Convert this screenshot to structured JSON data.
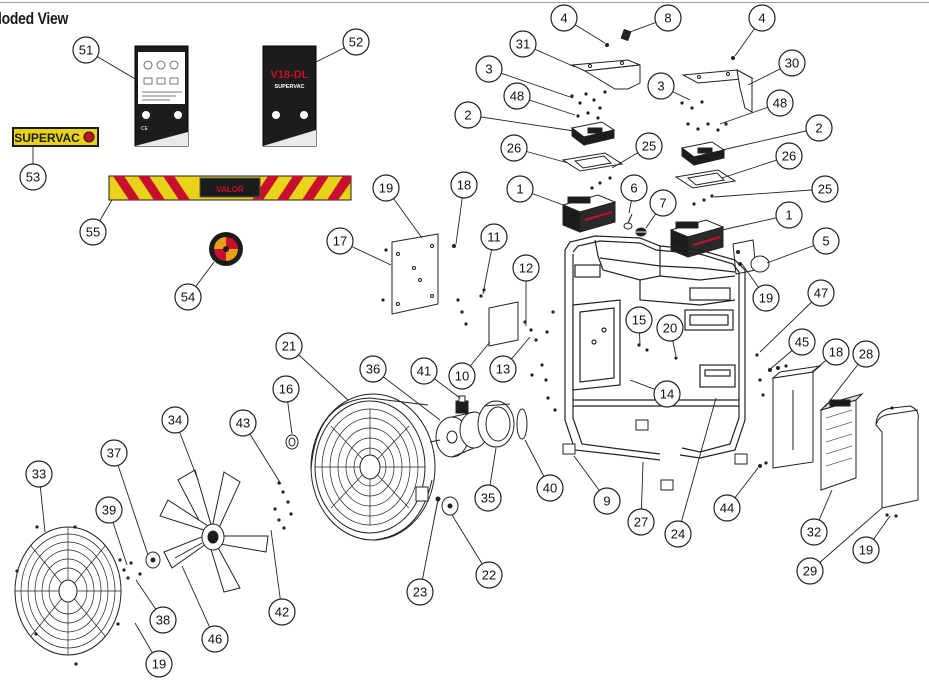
{
  "page": {
    "title": "loded View"
  },
  "brand": {
    "supervac": "SUPERVAC",
    "valor": "VALOR",
    "model": "V18-DL",
    "model_sub": "SUPERVAC"
  },
  "colors": {
    "line": "#222222",
    "callout_fill": "#ffffff",
    "yellow": "#e8d21a",
    "red": "#c8102e",
    "dark": "#1c1c1c"
  },
  "callouts": [
    "51",
    "52",
    "53",
    "55",
    "54",
    "4",
    "8",
    "4",
    "31",
    "3",
    "30",
    "3",
    "48",
    "48",
    "2",
    "2",
    "26",
    "25",
    "26",
    "25",
    "1",
    "6",
    "7",
    "1",
    "5",
    "19",
    "18",
    "11",
    "12",
    "17",
    "19",
    "10",
    "13",
    "15",
    "20",
    "14",
    "47",
    "45",
    "18",
    "28",
    "21",
    "16",
    "36",
    "41",
    "35",
    "40",
    "9",
    "27",
    "24",
    "44",
    "32",
    "19",
    "29",
    "33",
    "37",
    "39",
    "34",
    "43",
    "38",
    "46",
    "42",
    "19",
    "23",
    "22"
  ]
}
